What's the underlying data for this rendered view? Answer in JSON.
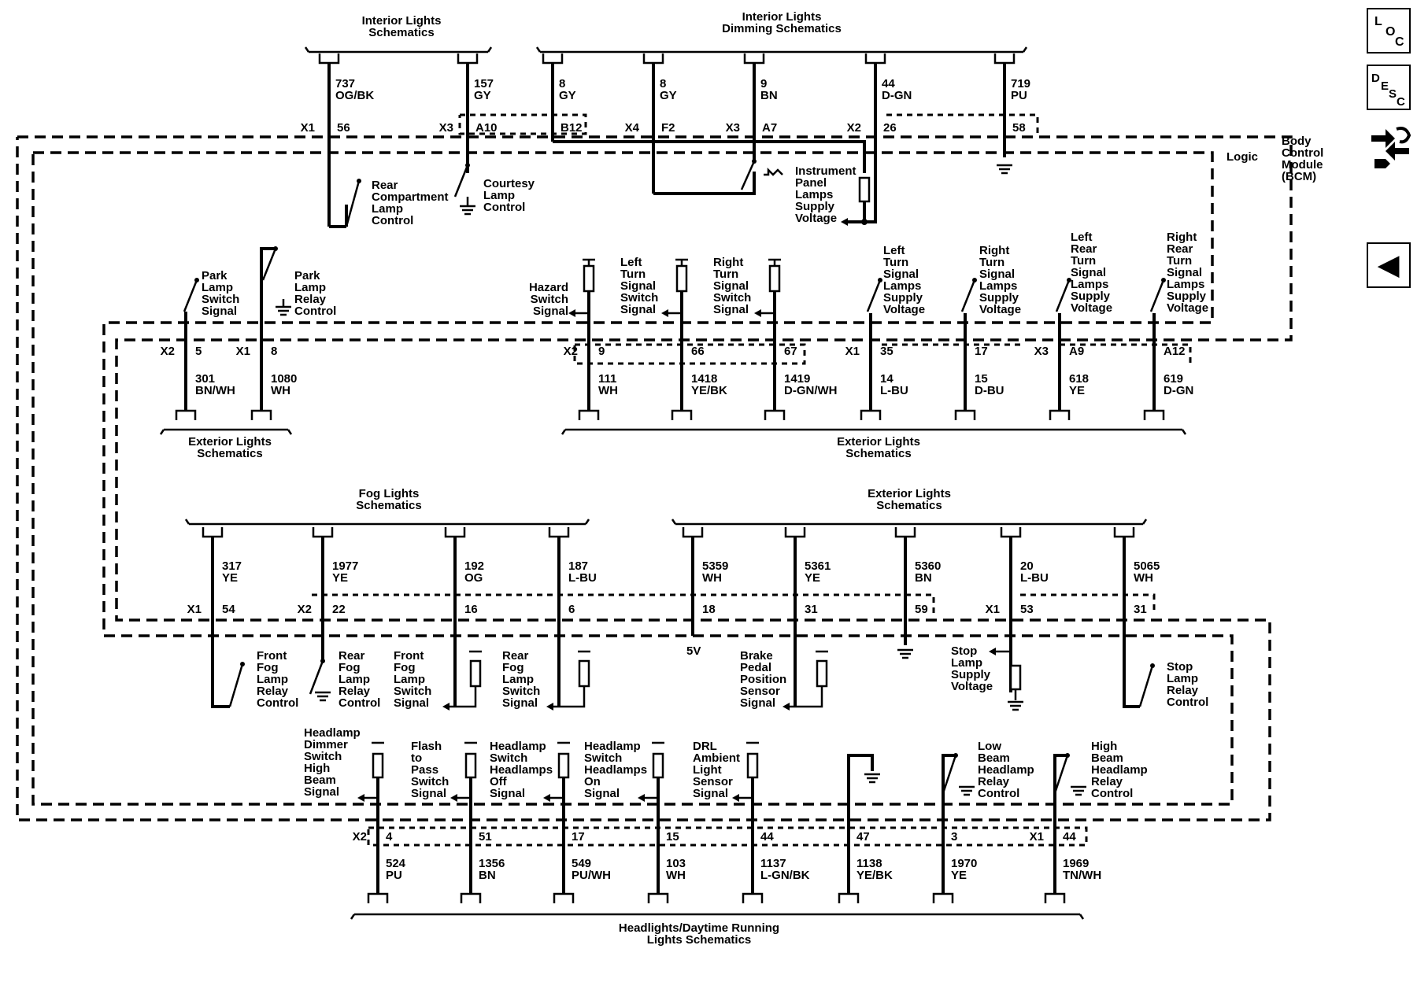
{
  "nav": {
    "loc": {
      "l": "L",
      "o": "O",
      "c": "C"
    },
    "desc": {
      "d": "D",
      "e": "E",
      "s": "S",
      "c": "C"
    },
    "back_arrow": "◀"
  },
  "module": {
    "name": "Body\nControl\nModule\n(BCM)",
    "logic": "Logic"
  },
  "refs": {
    "interior_lights": "Interior Lights\nSchematics",
    "interior_dimming": "Interior Lights\nDimming Schematics",
    "exterior_left": "Exterior Lights\nSchematics",
    "exterior_right": "Exterior Lights\nSchematics",
    "fog_lights": "Fog Lights\nSchematics",
    "exterior_mid": "Exterior Lights\nSchematics",
    "headlights": "Headlights/Daytime Running\nLights Schematics"
  },
  "row1": {
    "wires": [
      {
        "circuit": "737",
        "color": "OG/BK",
        "conn": "X1",
        "pin": "56"
      },
      {
        "circuit": "157",
        "color": "GY",
        "conn": "X3",
        "pin": "A10"
      },
      {
        "circuit": "8",
        "color": "GY",
        "conn": "",
        "pin": "B12"
      },
      {
        "circuit": "8",
        "color": "GY",
        "conn": "X4",
        "pin": "F2"
      },
      {
        "circuit": "9",
        "color": "BN",
        "conn": "X3",
        "pin": "A7"
      },
      {
        "circuit": "44",
        "color": "D-GN",
        "conn": "X2",
        "pin": "26"
      },
      {
        "circuit": "719",
        "color": "PU",
        "conn": "",
        "pin": "58"
      }
    ],
    "funcs": {
      "rear_compartment": "Rear\nCompartment\nLamp\nControl",
      "courtesy": "Courtesy\nLamp\nControl",
      "instrument": "Instrument\nPanel\nLamps\nSupply\nVoltage"
    }
  },
  "row2": {
    "wires": [
      {
        "circuit": "301",
        "color": "BN/WH",
        "conn": "X2",
        "pin": "5",
        "func": "Park\nLamp\nSwitch\nSignal"
      },
      {
        "circuit": "1080",
        "color": "WH",
        "conn": "X1",
        "pin": "8",
        "func": "Park\nLamp\nRelay\nControl"
      },
      {
        "circuit": "111",
        "color": "WH",
        "conn": "X2",
        "pin": "9",
        "func": "Hazard\nSwitch\nSignal"
      },
      {
        "circuit": "1418",
        "color": "YE/BK",
        "conn": "",
        "pin": "66",
        "func": "Left\nTurn\nSignal\nSwitch\nSignal"
      },
      {
        "circuit": "1419",
        "color": "D-GN/WH",
        "conn": "",
        "pin": "67",
        "func": "Right\nTurn\nSignal\nSwitch\nSignal"
      },
      {
        "circuit": "14",
        "color": "L-BU",
        "conn": "X1",
        "pin": "35",
        "func": "Left\nTurn\nSignal\nLamps\nSupply\nVoltage"
      },
      {
        "circuit": "15",
        "color": "D-BU",
        "conn": "",
        "pin": "17",
        "func": "Right\nTurn\nSignal\nLamps\nSupply\nVoltage"
      },
      {
        "circuit": "618",
        "color": "YE",
        "conn": "X3",
        "pin": "A9",
        "func": "Left\nRear\nTurn\nSignal\nLamps\nSupply\nVoltage"
      },
      {
        "circuit": "619",
        "color": "D-GN",
        "conn": "",
        "pin": "A12",
        "func": "Right\nRear\nTurn\nSignal\nLamps\nSupply\nVoltage"
      }
    ]
  },
  "row3": {
    "wires": [
      {
        "circuit": "317",
        "color": "YE",
        "conn": "X1",
        "pin": "54",
        "func": "Front\nFog\nLamp\nRelay\nControl"
      },
      {
        "circuit": "1977",
        "color": "YE",
        "conn": "X2",
        "pin": "22",
        "func": "Rear\nFog\nLamp\nRelay\nControl"
      },
      {
        "circuit": "192",
        "color": "OG",
        "conn": "",
        "pin": "16",
        "func": "Front\nFog\nLamp\nSwitch\nSignal"
      },
      {
        "circuit": "187",
        "color": "L-BU",
        "conn": "",
        "pin": "6",
        "func": "Rear\nFog\nLamp\nSwitch\nSignal"
      },
      {
        "circuit": "5359",
        "color": "WH",
        "conn": "",
        "pin": "18",
        "func": "5V"
      },
      {
        "circuit": "5361",
        "color": "YE",
        "conn": "",
        "pin": "31",
        "func": "Brake\nPedal\nPosition\nSensor\nSignal"
      },
      {
        "circuit": "5360",
        "color": "BN",
        "conn": "",
        "pin": "59",
        "func": ""
      },
      {
        "circuit": "20",
        "color": "L-BU",
        "conn": "X1",
        "pin": "53",
        "func": "Stop\nLamp\nSupply\nVoltage"
      },
      {
        "circuit": "5065",
        "color": "WH",
        "conn": "",
        "pin": "31",
        "func": "Stop\nLamp\nRelay\nControl"
      }
    ]
  },
  "row4": {
    "wires": [
      {
        "circuit": "524",
        "color": "PU",
        "conn": "X2",
        "pin": "4",
        "func": "Headlamp\nDimmer\nSwitch\nHigh\nBeam\nSignal"
      },
      {
        "circuit": "1356",
        "color": "BN",
        "conn": "",
        "pin": "51",
        "func": "Flash\nto\nPass\nSwitch\nSignal"
      },
      {
        "circuit": "549",
        "color": "PU/WH",
        "conn": "",
        "pin": "17",
        "func": "Headlamp\nSwitch\nHeadlamps\nOff\nSignal"
      },
      {
        "circuit": "103",
        "color": "WH",
        "conn": "",
        "pin": "15",
        "func": "Headlamp\nSwitch\nHeadlamps\nOn\nSignal"
      },
      {
        "circuit": "1137",
        "color": "L-GN/BK",
        "conn": "",
        "pin": "44",
        "func": "DRL\nAmbient\nLight\nSensor\nSignal"
      },
      {
        "circuit": "1138",
        "color": "YE/BK",
        "conn": "",
        "pin": "47",
        "func": ""
      },
      {
        "circuit": "1970",
        "color": "YE",
        "conn": "",
        "pin": "3",
        "func": "Low\nBeam\nHeadlamp\nRelay\nControl"
      },
      {
        "circuit": "1969",
        "color": "TN/WH",
        "conn": "X1",
        "pin": "44",
        "func": "High\nBeam\nHeadlamp\nRelay\nControl"
      }
    ]
  }
}
